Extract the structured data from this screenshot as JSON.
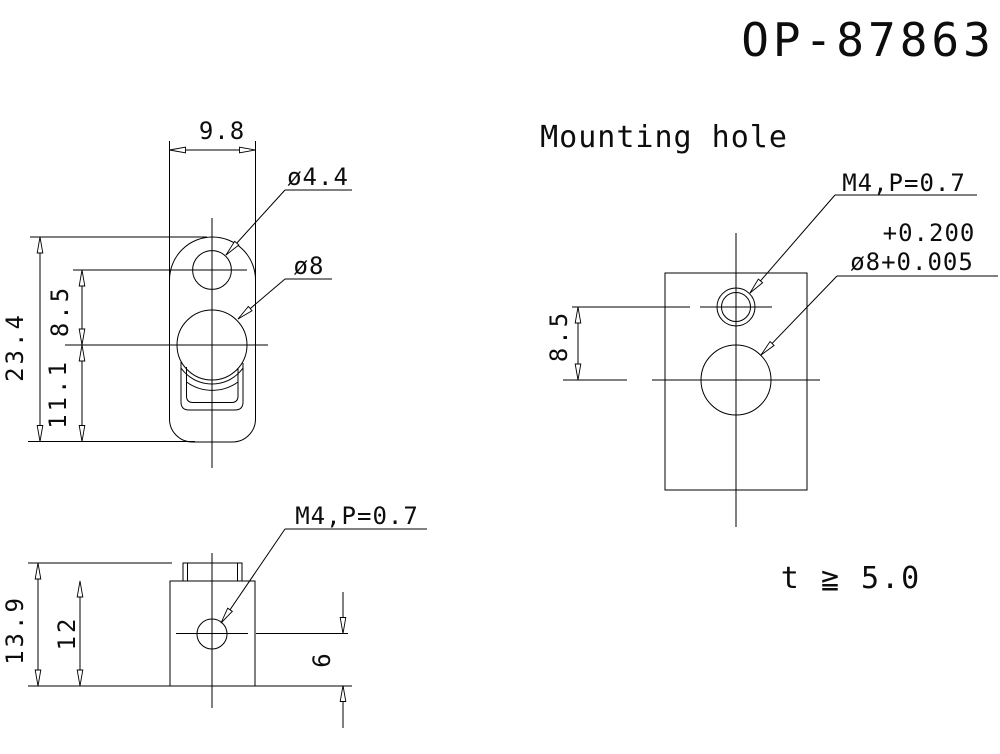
{
  "sheet": {
    "part_number": "OP-87863",
    "thickness_note": "t ≧ 5.0"
  },
  "front_view": {
    "width_dim": "9.8",
    "total_height_dim": "23.4",
    "hole_pitch_dim": "8.5",
    "lower_height_dim": "11.1",
    "small_hole_label": "ø4.4",
    "large_hole_label": "ø8"
  },
  "side_view": {
    "total_height_dim": "13.9",
    "body_height_dim": "12",
    "hole_offset_dim": "6",
    "thread_label": "M4,P=0.7"
  },
  "mounting_view": {
    "heading": "Mounting hole",
    "thread_label": "M4,P=0.7",
    "tolerance_upper": "+0.200",
    "hole_dia_label": "ø8+0.005",
    "hole_pitch_dim": "8.5"
  }
}
